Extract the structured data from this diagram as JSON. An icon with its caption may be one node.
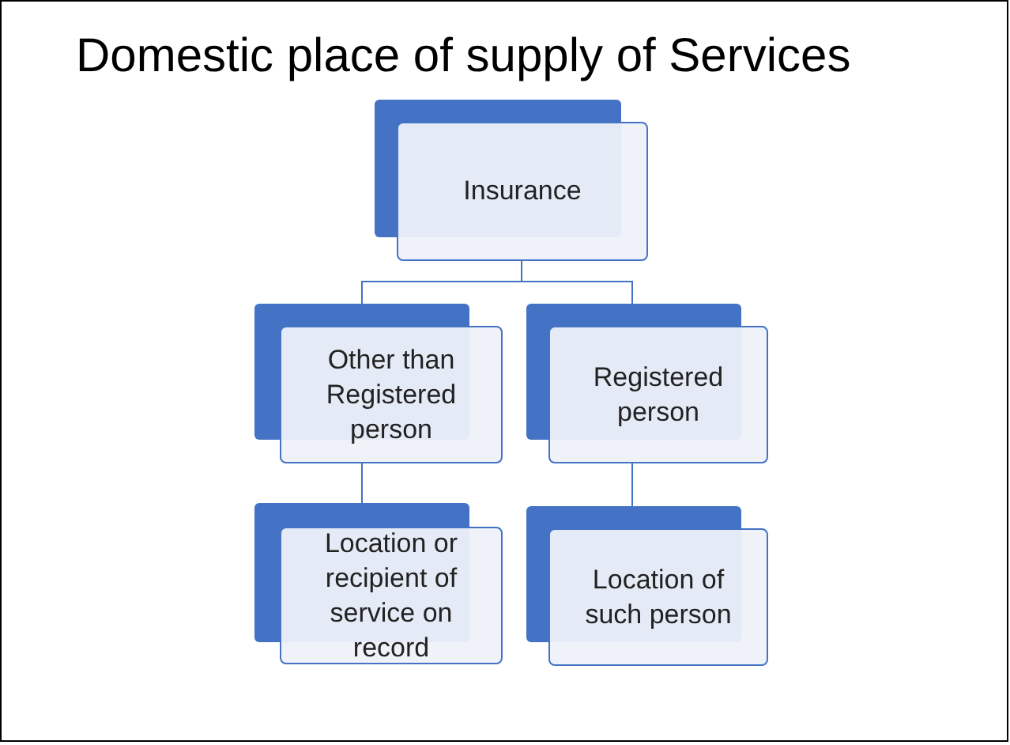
{
  "diagram": {
    "title": "Domestic place of supply of Services",
    "nodes": [
      {
        "text": [
          "Insurance"
        ]
      },
      {
        "text": [
          "Other than Registered person"
        ]
      },
      {
        "text": [
          "Registered person"
        ]
      },
      {
        "text": [
          "Location or recipient of service on record"
        ]
      },
      {
        "text": [
          "Location of such person"
        ]
      }
    ],
    "edges": [
      {
        "from": 0,
        "to": 1,
        "arrow": "none"
      },
      {
        "from": 0,
        "to": 2,
        "arrow": "none"
      },
      {
        "from": 1,
        "to": 3,
        "arrow": "none"
      },
      {
        "from": 2,
        "to": 4,
        "arrow": "none"
      }
    ]
  }
}
